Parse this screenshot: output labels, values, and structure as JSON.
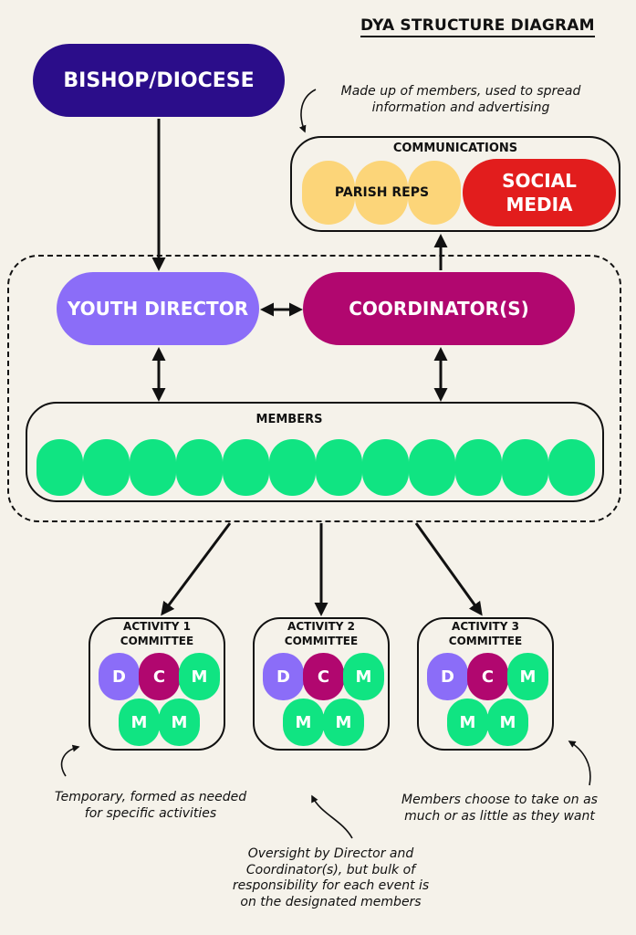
{
  "title": "DYA STRUCTURE DIAGRAM",
  "nodes": {
    "bishop": "BISHOP/DIOCESE",
    "youth_director": "YOUTH DIRECTOR",
    "coordinators": "COORDINATOR(S)",
    "members": "MEMBERS",
    "communications": "COMMUNICATIONS",
    "parish_reps": "PARISH REPS",
    "social_media_line1": "SOCIAL",
    "social_media_line2": "MEDIA"
  },
  "committees": [
    {
      "line1": "ACTIVITY 1",
      "line2": "COMMITTEE",
      "chips": [
        "D",
        "C",
        "M",
        "M",
        "M"
      ]
    },
    {
      "line1": "ACTIVITY 2",
      "line2": "COMMITTEE",
      "chips": [
        "D",
        "C",
        "M",
        "M",
        "M"
      ]
    },
    {
      "line1": "ACTIVITY 3",
      "line2": "COMMITTEE",
      "chips": [
        "D",
        "C",
        "M",
        "M",
        "M"
      ]
    }
  ],
  "notes": {
    "communications_line1": "Made up of members, used to spread",
    "communications_line2": "information and advertising",
    "temporary_line1": "Temporary, formed as needed",
    "temporary_line2": "for specific activities",
    "members_choose_line1": "Members choose to take on as",
    "members_choose_line2": "much or as little as they want",
    "oversight_line1": "Oversight by Director and",
    "oversight_line2": "Coordinator(s), but bulk of",
    "oversight_line3": "responsibility for each event is",
    "oversight_line4": "on the designated members"
  },
  "colors": {
    "bishop": "#2b0d8a",
    "youth_director": "#8b6df8",
    "coordinators": "#b1076f",
    "members": "#10e482",
    "parish_reps": "#fcd579",
    "social_media": "#e21d1d",
    "background": "#f5f2ea"
  }
}
